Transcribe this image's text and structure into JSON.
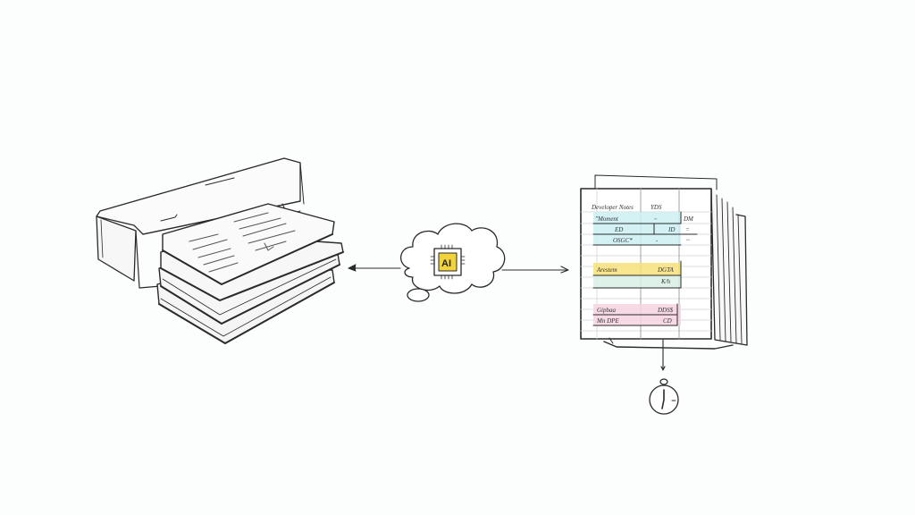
{
  "diagram": {
    "title": "",
    "background": "#fcfdfd",
    "ink_color": "#2a2a2a",
    "nodes": {
      "printer": {
        "name": "printer-with-document-stack",
        "label": ""
      },
      "ai": {
        "name": "ai-chip-thought-cloud",
        "label": "AI",
        "chip_color": "#f2d43a"
      },
      "spreadsheet": {
        "name": "organized-spreadsheet",
        "header": {
          "left": "Developer Notes",
          "right": "YDS"
        },
        "sections": [
          {
            "color": "#cdeef2",
            "rows": [
              {
                "left": "\"Moment",
                "mid": "~",
                "right": "DM"
              },
              {
                "left": "ED",
                "mid": "ID",
                "right": "="
              },
              {
                "left": "OSGC*",
                "mid": "-",
                "right": "~"
              }
            ]
          },
          {
            "color": "#f7e27a",
            "rows": [
              {
                "left": "Arestem",
                "right": "DGTA"
              },
              {
                "left": "",
                "right": "K/h"
              }
            ],
            "accent": "#d9f0e6"
          },
          {
            "color": "#f6d4e2",
            "rows": [
              {
                "left": "Gipbaa",
                "right": "DDS$"
              },
              {
                "left": "Mn  DPE",
                "right": "CD"
              }
            ]
          }
        ]
      },
      "clock": {
        "name": "stopwatch",
        "hour_hand": "7",
        "minute_hand": "12"
      }
    },
    "edges": [
      {
        "from": "ai",
        "to": "printer",
        "direction": "left"
      },
      {
        "from": "ai",
        "to": "spreadsheet",
        "direction": "right"
      },
      {
        "from": "spreadsheet",
        "to": "clock",
        "direction": "down"
      }
    ]
  }
}
